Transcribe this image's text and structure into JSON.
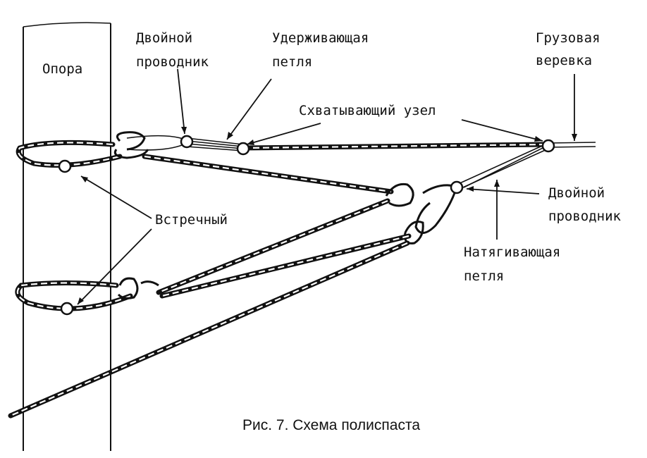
{
  "labels": {
    "opora": "Опора",
    "double_lead_top_1": "Двойной",
    "double_lead_top_2": "проводник",
    "holding_loop_1": "Удерживающая",
    "holding_loop_2": "петля",
    "load_rope_1": "Грузовая",
    "load_rope_2": "веревка",
    "grip_knot": "Схватывающий узел",
    "counter": "Встречный",
    "double_lead_right_1": "Двойной",
    "double_lead_right_2": "проводник",
    "tension_loop_1": "Натягивающая",
    "tension_loop_2": "петля"
  },
  "caption": "Рис. 7. Схема полиспаста"
}
